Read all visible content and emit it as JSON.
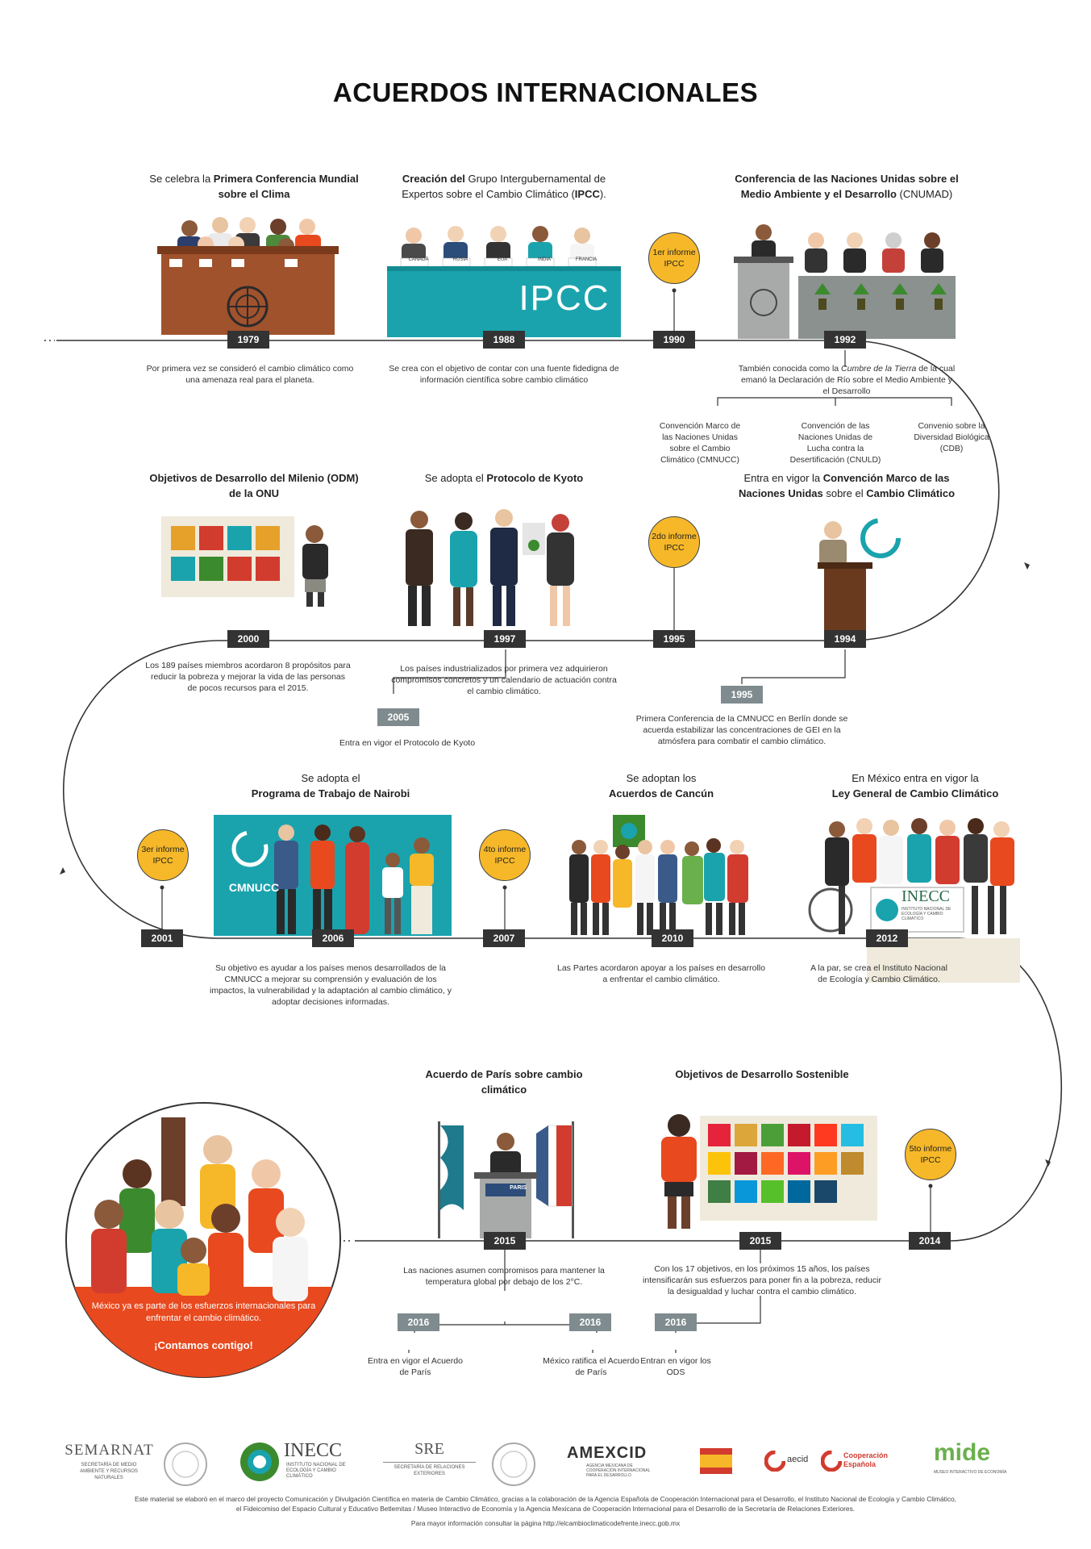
{
  "title": "ACUERDOS INTERNACIONALES",
  "row1": {
    "e1979": {
      "pre": "Se celebra la ",
      "bold": "Primera Conferencia Mundial sobre el Clima",
      "year": "1979",
      "desc": "Por primera vez se consideró el cambio climático como una amenaza real para el planeta."
    },
    "e1988": {
      "bold1": "Creación del",
      "mid": " Grupo Intergubernamental de Expertos sobre el Cambio Climático (",
      "bold2": "IPCC",
      "end": ").",
      "year": "1988",
      "desc": "Se crea con el objetivo de contar con una fuente fidedigna de información científica sobre cambio climático",
      "panel": "IPCC",
      "labels": [
        "CANADÁ",
        "RUSIA",
        "EUA",
        "INDIA",
        "FRANCIA"
      ]
    },
    "e1990": {
      "circle": "1er informe IPCC",
      "year": "1990"
    },
    "e1992": {
      "bold": "Conferencia de las Naciones Unidas sobre el Medio Ambiente y el Desarrollo",
      "rest": " (CNUMAD)",
      "year": "1992",
      "desc_pre": "También conocida como la ",
      "desc_em": "Cumbre de la Tierra",
      "desc_post": " de la cual emanó la Declaración de Río sobre el Medio Ambiente y el Desarrollo",
      "branches": [
        "Convención Marco de las Naciones Unidas sobre el Cambio Climático (CMNUCC)",
        "Convención de las Naciones Unidas de Lucha contra la Desertificación (CNULD)",
        "Convenio sobre la Diversidad Biológica (CDB)"
      ]
    }
  },
  "row2": {
    "e2000": {
      "bold": "Objetivos de Desarrollo del Milenio (ODM) de la ONU",
      "year": "2000",
      "desc": "Los 189 países miembros acordaron 8 propósitos para reducir la pobreza y mejorar la vida de las personas de pocos recursos para el 2015."
    },
    "e1997": {
      "pre": "Se adopta el ",
      "bold": "Protocolo de Kyoto",
      "year": "1997",
      "desc": "Los países industrializados por primera vez adquirieron compromisos concretos y un calendario de actuación contra el cambio climático.",
      "sub_year": "2005",
      "sub_desc": "Entra en vigor el Protocolo de Kyoto"
    },
    "e1995": {
      "circle": "2do informe IPCC",
      "year": "1995"
    },
    "e1994": {
      "pre": "Entra en vigor la ",
      "bold1": "Convención Marco de las Naciones Unidas",
      "mid": " sobre el ",
      "bold2": "Cambio Climático",
      "year": "1994",
      "sub_year": "1995",
      "sub_desc": "Primera Conferencia  de la CMNUCC en Berlín donde se acuerda estabilizar las concentraciones de GEI en la atmósfera para combatir el cambio climático."
    }
  },
  "row3": {
    "e2001": {
      "circle": "3er informe IPCC",
      "year": "2001"
    },
    "e2006": {
      "pre": "Se adopta el",
      "bold": "Programa de Trabajo de Nairobi",
      "year": "2006",
      "panel": "CMNUCC",
      "desc": "Su objetivo es ayudar a los países menos desarrollados de la CMNUCC a mejorar su comprensión y evaluación de los impactos, la vulnerabilidad y la adaptación al cambio climático, y adoptar decisiones informadas."
    },
    "e2007": {
      "circle": "4to informe IPCC",
      "year": "2007"
    },
    "e2010": {
      "pre": "Se adoptan los",
      "bold": "Acuerdos de Cancún",
      "year": "2010",
      "desc": "Las Partes acordaron apoyar a los países en desarrollo a enfrentar el cambio climático."
    },
    "e2012": {
      "pre": "En México entra en vigor la",
      "bold": "Ley General de Cambio Climático",
      "year": "2012",
      "sign": "INECC",
      "sign_sub": "INSTITUTO NACIONAL DE ECOLOGÍA Y CAMBIO CLIMÁTICO",
      "desc": "A la par, se crea el Instituto Nacional de Ecología y Cambio Climático."
    }
  },
  "row4": {
    "paris": {
      "bold": "Acuerdo de París sobre cambio climático",
      "year": "2015",
      "podium": "PARIS",
      "desc": "Las naciones asumen compromisos para mantener la temperatura global  por debajo de los 2°C.",
      "sub": [
        {
          "year": "2016",
          "desc": "Entra en vigor el Acuerdo de París"
        },
        {
          "year": "2016",
          "desc": "México ratifica el Acuerdo de París"
        }
      ]
    },
    "ods": {
      "bold": "Objetivos de Desarrollo Sostenible",
      "year": "2015",
      "desc": "Con los 17 objetivos, en los próximos 15 años, los países intensificarán sus esfuerzos para poner fin a la pobreza, reducir la desigualdad y luchar contra el cambio climático.",
      "sub": {
        "year": "2016",
        "desc": "Entran en vigor los ODS"
      }
    },
    "e2014": {
      "circle": "5to informe IPCC",
      "year": "2014"
    },
    "mexico": {
      "text": "México ya es parte de los esfuerzos internacionales para enfrentar el cambio climático.",
      "cta": "¡Contamos contigo!"
    }
  },
  "footer": {
    "logos": {
      "semarnat": "SEMARNAT",
      "semarnat_sub": "SECRETARÍA DE MEDIO AMBIENTE Y RECURSOS NATURALES",
      "inecc": "INECC",
      "inecc_sub": "INSTITUTO NACIONAL DE ECOLOGÍA Y CAMBIO CLIMÁTICO",
      "sre": "SRE",
      "sre_sub": "SECRETARÍA DE RELACIONES EXTERIORES",
      "amexcid": "AMEXCID",
      "amexcid_sub": "AGENCIA MEXICANA DE COOPERACIÓN INTERNACIONAL PARA EL DESARROLLO",
      "aecid": "aecid",
      "coop": "Cooperación Española",
      "mide": "mide",
      "mide_sub": "MUSEO INTERACTIVO DE ECONOMÍA"
    },
    "line1": "Este material  se elaboró en el marco del proyecto Comunicación y Divulgación Científica en materia de Cambio Climático, gracias  a la colaboración de la  Agencia Española de Cooperación Internacional para el Desarrollo, el Instituto Nacional de Ecología y Cambio Climático,",
    "line2": "el Fideicomiso del Espacio Cultural y Educativo Betlemitas / Museo Interactivo de Economía y la Agencia Mexicana de Cooperación Internacional para el Desarrollo de la Secretaría de Relaciones Exteriores.",
    "line3": "Para mayor información consultar la página http://elcambioclimaticodefrente.inecc.gob.mx"
  },
  "colors": {
    "dark": "#333333",
    "gray": "#7f8b8e",
    "yellow": "#f6b829",
    "teal": "#1aa3ad",
    "red": "#e8491e",
    "cream": "#efeadb"
  }
}
